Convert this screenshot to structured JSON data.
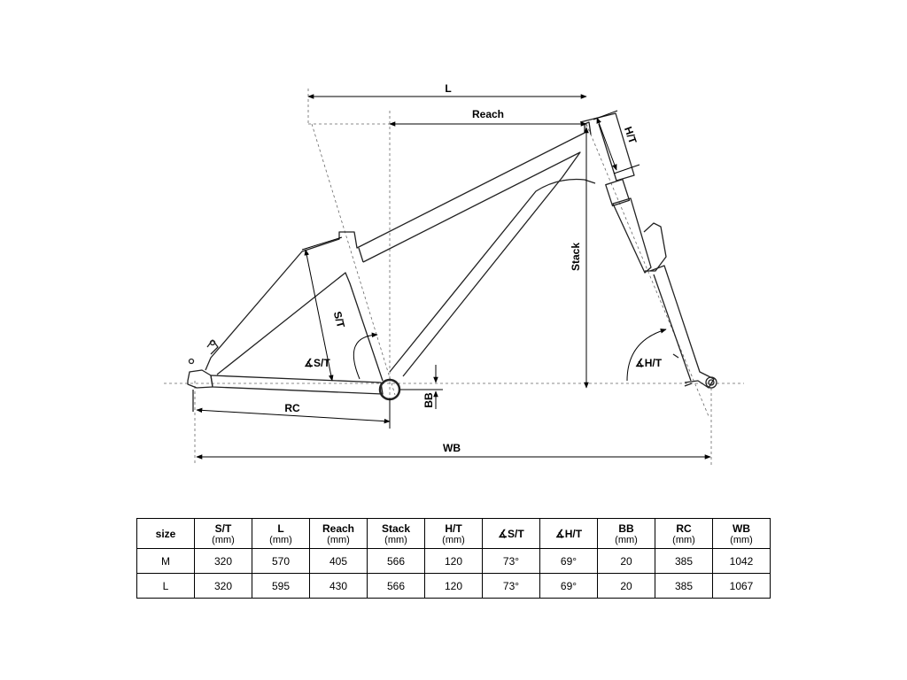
{
  "diagram": {
    "labels": {
      "l": "L",
      "reach": "Reach",
      "ht": "H/T",
      "stack": "Stack",
      "st": "S/T",
      "st_angle": "∡S/T",
      "ht_angle": "∡H/T",
      "bb": "BB",
      "rc": "RC",
      "wb": "WB"
    }
  },
  "table": {
    "columns": [
      {
        "name": "size",
        "unit": ""
      },
      {
        "name": "S/T",
        "unit": "(mm)"
      },
      {
        "name": "L",
        "unit": "(mm)"
      },
      {
        "name": "Reach",
        "unit": "(mm)"
      },
      {
        "name": "Stack",
        "unit": "(mm)"
      },
      {
        "name": "H/T",
        "unit": "(mm)"
      },
      {
        "name": "∡S/T",
        "unit": ""
      },
      {
        "name": "∡H/T",
        "unit": ""
      },
      {
        "name": "BB",
        "unit": "(mm)"
      },
      {
        "name": "RC",
        "unit": "(mm)"
      },
      {
        "name": "WB",
        "unit": "(mm)"
      }
    ],
    "rows": [
      [
        "M",
        "320",
        "570",
        "405",
        "566",
        "120",
        "73°",
        "69°",
        "20",
        "385",
        "1042"
      ],
      [
        "L",
        "320",
        "595",
        "430",
        "566",
        "120",
        "73°",
        "69°",
        "20",
        "385",
        "1067"
      ]
    ]
  }
}
